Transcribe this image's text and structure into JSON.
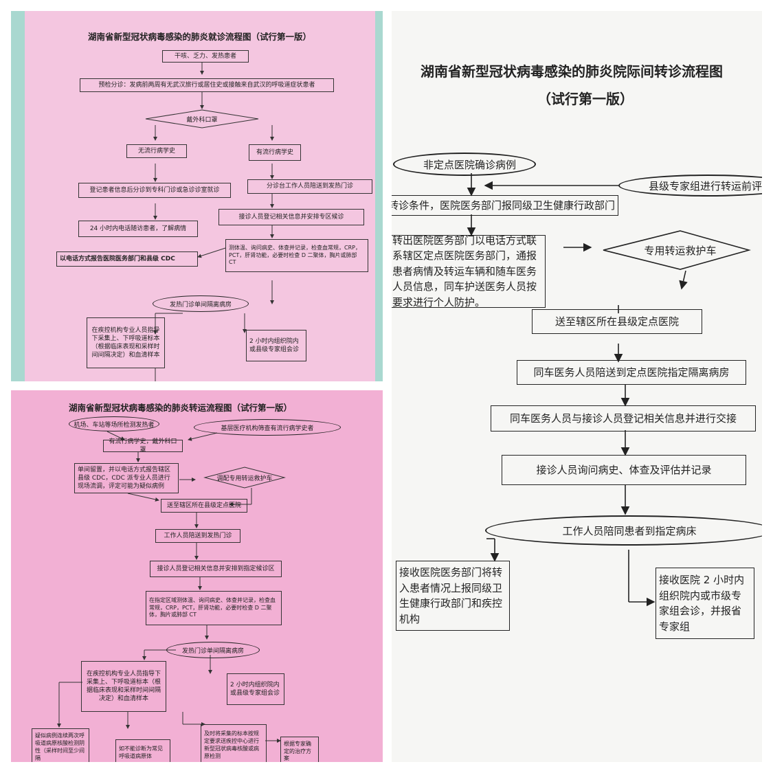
{
  "panel1": {
    "title": "湖南省新型冠状病毒感染的肺炎就诊流程图（试行第一版）",
    "n1": "干咳、乏力、发热患者",
    "n2": "预检分诊：发病前两周有无武汉旅行或居住史或接触来自武汉的呼吸道症状患者",
    "n3": "戴外科口罩",
    "n4a": "无流行病学史",
    "n4b": "有流行病学史",
    "n5a": "登记患者信息后分诊到专科门诊或急诊诊室就诊",
    "n5b": "分诊台工作人员陪送到发热门诊",
    "n6b": "接诊人员登记相关信息并安排专区候诊",
    "n6a": "24 小时内电话随访患者，了解病情",
    "n7b": "测体温、询问病史、体查并记录，检查血常规，CRP，PCT，肝肾功能，必要时检查 D 二聚体，胸片或肺部 CT",
    "n7a": "以电话方式报告医院医务部门和县级 CDC",
    "n8": "发热门诊单间隔离病房",
    "n9a": "在疾控机构专业人员指导下采集上、下呼吸道标本（根据临床表现和采样时间间隔决定）和血清样本",
    "n9b": "2 小时内组织院内或县级专家组会诊"
  },
  "panel2": {
    "title": "湖南省新型冠状病毒感染的肺炎转运流程图（试行第一版）",
    "e1": "机场、车站等场所检测发热者",
    "e2": "基层医疗机构筛查有流行病学史者",
    "n1": "有流行病学史，戴外科口罩",
    "n2": "单间留置，并以电话方式报告辖区县级 CDC，CDC 派专业人员进行现场流调，评定可能为疑似病例",
    "d1": "调配专用转运救护车",
    "n3": "送至辖区所在县级定点医院",
    "n4": "工作人员陪送到发热门诊",
    "n5": "接诊人员登记相关信息并安排到指定候诊区",
    "n6": "在指定区域测体温、询问病史、体查并记录，检查血常规，CRP，PCT，肝肾功能，必要时检查 D 二聚体，胸片或肺部 CT",
    "e3": "发热门诊单间隔离病房",
    "n7a": "在疾控机构专业人员指导下采集上、下呼吸道标本（根据临床表现和采样时间间隔决定）和血清样本",
    "n7b": "2 小时内组织院内或县级专家组会诊",
    "n8a": "疑似病例连续两次呼吸道病原核酸检测阴性（采样时间至少间隔",
    "n8b": "如不能诊断为常见呼吸道病原体",
    "n8c": "及时将采集的标本按规定要求送疾控中心进行新型冠状病毒核酸或病原检测",
    "n8d": "根据专家确定的治疗方案"
  },
  "panel3": {
    "title": "湖南省新型冠状病毒感染的肺炎院际间转诊流程图",
    "subtitle": "（试行第一版）",
    "e1": "非定点医院确诊病例",
    "e2": "县级专家组进行转运前评估",
    "n1": "转诊条件，医院医务部门报同级卫生健康行政部门",
    "n2": "转出医院医务部门以电话方式联系辖区定点医院医务部门，通报患者病情及转运车辆和随车医务人员信息，同车护送医务人员按要求进行个人防护。",
    "d1": "专用转运救护车",
    "n3": "送至辖区所在县级定点医院",
    "n4": "同车医务人员陪送到定点医院指定隔离病房",
    "n5": "同车医务人员与接诊人员登记相关信息并进行交接",
    "n6": "接诊人员询问病史、体查及评估并记录",
    "e3": "工作人员陪同患者到指定病床",
    "n7a": "接收医院医务部门将转入患者情况上报同级卫生健康行政部门和疾控机构",
    "n7b": "接收医院 2 小时内组织院内或市级专家组会诊，并报省专家组"
  }
}
